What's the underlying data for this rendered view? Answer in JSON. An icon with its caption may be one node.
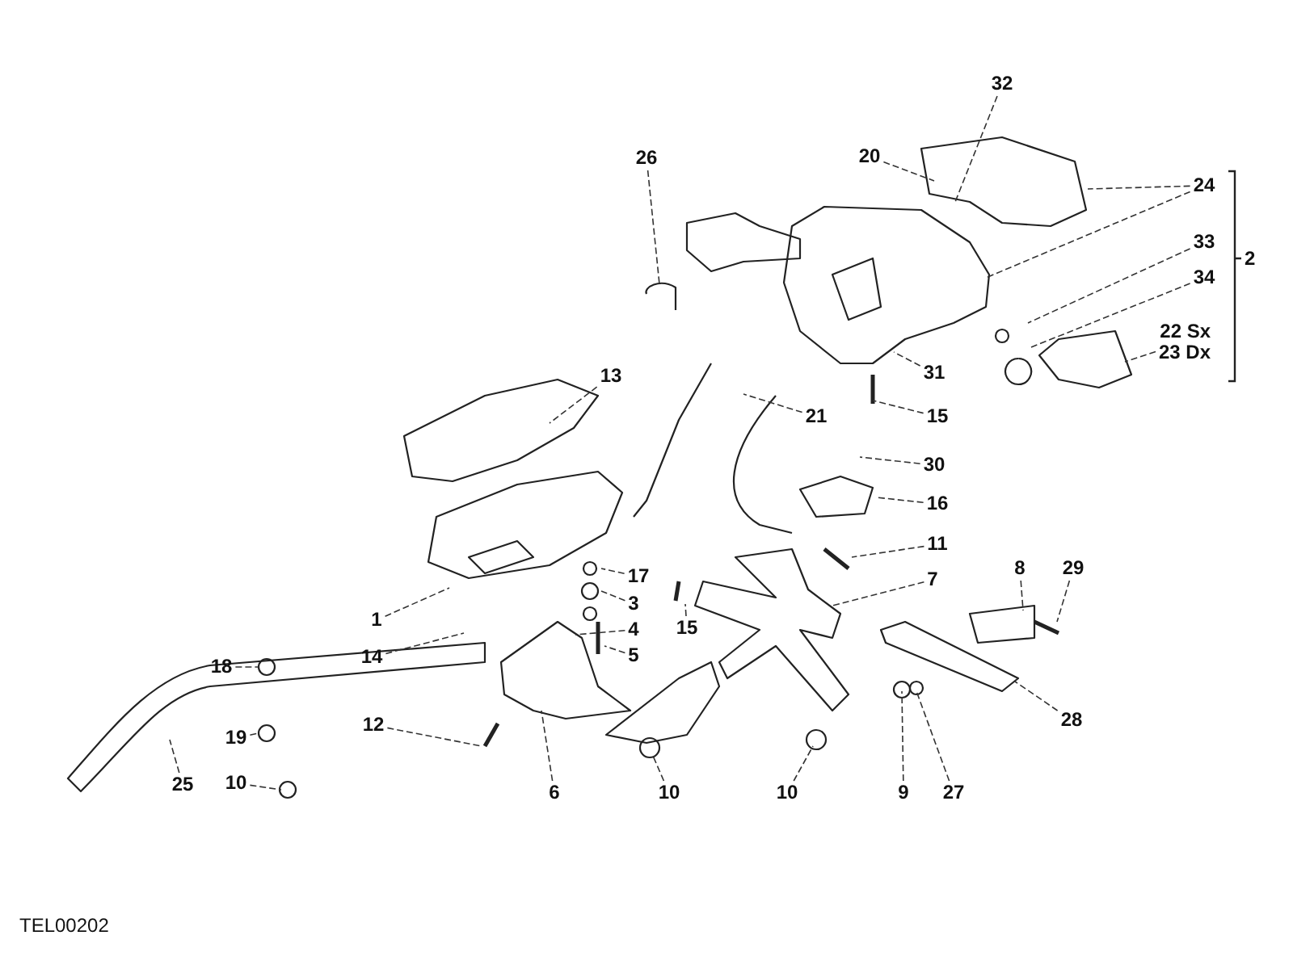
{
  "diagram": {
    "nodes": [
      {
        "text": [
          "32"
        ]
      },
      {
        "text": [
          "20"
        ]
      },
      {
        "text": [
          "26"
        ]
      },
      {
        "text": [
          "24"
        ]
      },
      {
        "text": [
          "33"
        ]
      },
      {
        "text": [
          "34"
        ]
      },
      {
        "text": [
          "22 Sx",
          "23 Dx"
        ]
      },
      {
        "text": [
          "31"
        ]
      },
      {
        "text": [
          "13"
        ]
      },
      {
        "text": [
          "21"
        ]
      },
      {
        "text": [
          "15"
        ]
      },
      {
        "text": [
          "30"
        ]
      },
      {
        "text": [
          "16"
        ]
      },
      {
        "text": [
          "11"
        ]
      },
      {
        "text": [
          "8"
        ]
      },
      {
        "text": [
          "29"
        ]
      },
      {
        "text": [
          "17"
        ]
      },
      {
        "text": [
          "7"
        ]
      },
      {
        "text": [
          "3"
        ]
      },
      {
        "text": [
          "1"
        ]
      },
      {
        "text": [
          "15"
        ]
      },
      {
        "text": [
          "4"
        ]
      },
      {
        "text": [
          "5"
        ]
      },
      {
        "text": [
          "14"
        ]
      },
      {
        "text": [
          "18"
        ]
      },
      {
        "text": [
          "28"
        ]
      },
      {
        "text": [
          "12"
        ]
      },
      {
        "text": [
          "19"
        ]
      },
      {
        "text": [
          "25"
        ]
      },
      {
        "text": [
          "10"
        ]
      },
      {
        "text": [
          "6"
        ]
      },
      {
        "text": [
          "10"
        ]
      },
      {
        "text": [
          "10"
        ]
      },
      {
        "text": [
          "9"
        ]
      },
      {
        "text": [
          "27"
        ]
      }
    ],
    "edges": [
      {
        "from": 0,
        "to": null,
        "arrow": "none"
      },
      {
        "from": 1,
        "to": null,
        "arrow": "none"
      },
      {
        "from": 2,
        "to": null,
        "arrow": "none"
      },
      {
        "from": 3,
        "to": null,
        "arrow": "none"
      },
      {
        "from": 3,
        "to": null,
        "arrow": "none"
      },
      {
        "from": 4,
        "to": null,
        "arrow": "none"
      },
      {
        "from": 5,
        "to": null,
        "arrow": "none"
      },
      {
        "from": 6,
        "to": null,
        "arrow": "none"
      },
      {
        "from": 7,
        "to": null,
        "arrow": "none"
      },
      {
        "from": 8,
        "to": null,
        "arrow": "none"
      },
      {
        "from": 9,
        "to": null,
        "arrow": "none"
      },
      {
        "from": 10,
        "to": null,
        "arrow": "none"
      },
      {
        "from": 11,
        "to": null,
        "arrow": "none"
      },
      {
        "from": 12,
        "to": null,
        "arrow": "none"
      },
      {
        "from": 13,
        "to": null,
        "arrow": "none"
      },
      {
        "from": 14,
        "to": null,
        "arrow": "none"
      },
      {
        "from": 15,
        "to": null,
        "arrow": "none"
      },
      {
        "from": 16,
        "to": null,
        "arrow": "none"
      },
      {
        "from": 17,
        "to": null,
        "arrow": "none"
      },
      {
        "from": 18,
        "to": null,
        "arrow": "none"
      },
      {
        "from": 19,
        "to": null,
        "arrow": "none"
      },
      {
        "from": 20,
        "to": null,
        "arrow": "none"
      },
      {
        "from": 21,
        "to": null,
        "arrow": "none"
      },
      {
        "from": 22,
        "to": null,
        "arrow": "none"
      },
      {
        "from": 23,
        "to": null,
        "arrow": "none"
      },
      {
        "from": 24,
        "to": null,
        "arrow": "none"
      },
      {
        "from": 25,
        "to": null,
        "arrow": "none"
      },
      {
        "from": 26,
        "to": null,
        "arrow": "none"
      },
      {
        "from": 27,
        "to": null,
        "arrow": "none"
      },
      {
        "from": 28,
        "to": null,
        "arrow": "none"
      },
      {
        "from": 29,
        "to": null,
        "arrow": "none"
      },
      {
        "from": 30,
        "to": null,
        "arrow": "none"
      },
      {
        "from": 31,
        "to": null,
        "arrow": "none"
      },
      {
        "from": 32,
        "to": null,
        "arrow": "none"
      },
      {
        "from": 33,
        "to": null,
        "arrow": "none"
      },
      {
        "from": 34,
        "to": null,
        "arrow": "none"
      }
    ],
    "labels": [
      "2",
      "TEL00202"
    ]
  }
}
